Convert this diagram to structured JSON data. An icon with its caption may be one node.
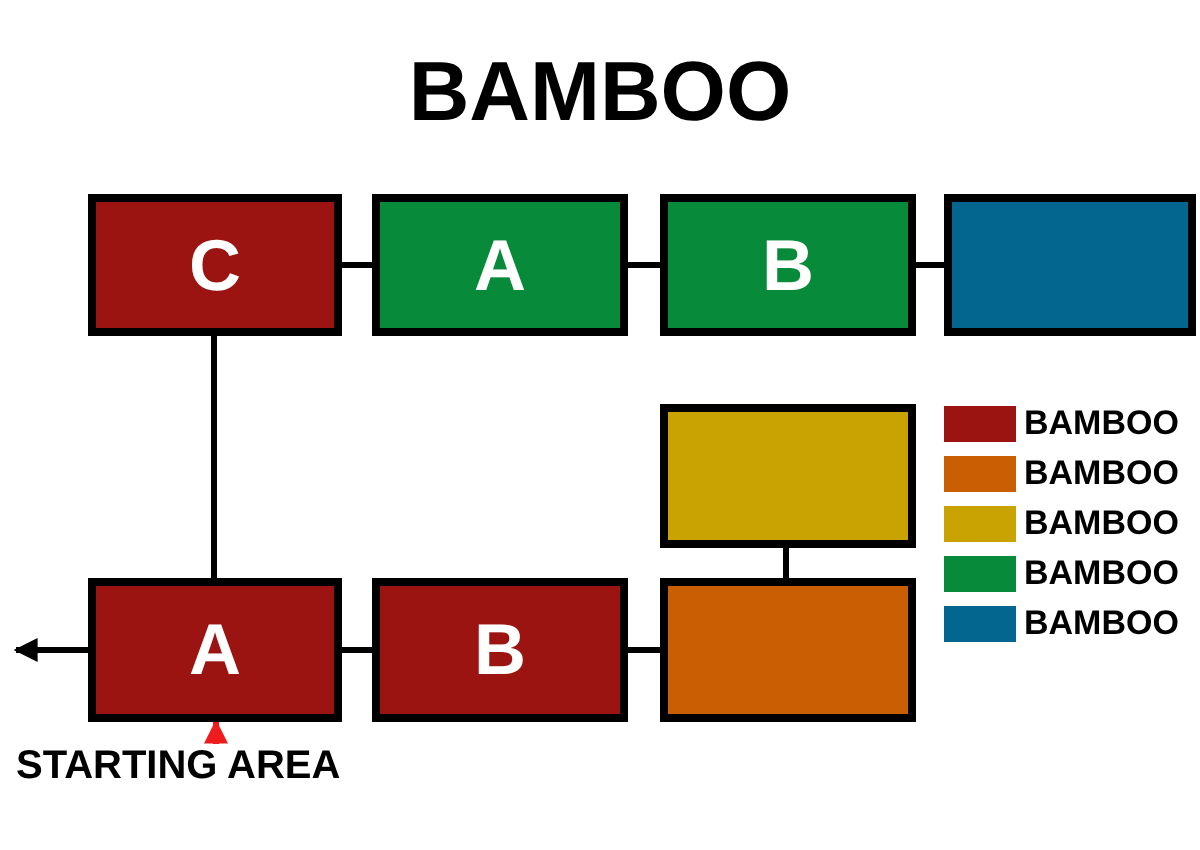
{
  "diagram": {
    "title": "BAMBOO",
    "nodes": [
      {
        "text": [
          "C"
        ]
      },
      {
        "text": [
          "A"
        ]
      },
      {
        "text": [
          "B"
        ]
      },
      {
        "text": [],
        "shape": "box"
      },
      {
        "text": [],
        "shape": "box"
      },
      {
        "text": [
          "A"
        ]
      },
      {
        "text": [
          "B"
        ]
      },
      {
        "text": [],
        "shape": "box"
      },
      {
        "text": [
          "STARTING AREA"
        ]
      }
    ],
    "edges": [
      {
        "from": 0,
        "to": 1,
        "arrow": "none"
      },
      {
        "from": 1,
        "to": 2,
        "arrow": "none"
      },
      {
        "from": 2,
        "to": 3,
        "arrow": "none"
      },
      {
        "from": 0,
        "to": 5,
        "arrow": "none"
      },
      {
        "from": 5,
        "to": null,
        "arrow": "to"
      },
      {
        "from": 5,
        "to": 6,
        "arrow": "none"
      },
      {
        "from": 6,
        "to": 7,
        "arrow": "none"
      },
      {
        "from": 4,
        "to": 7,
        "arrow": "none"
      },
      {
        "from": 8,
        "to": 5,
        "arrow": "to",
        "color": "#ee1c1c"
      }
    ],
    "legend": [
      {
        "text": "BAMBOO",
        "color": "#9b1411"
      },
      {
        "text": "BAMBOO",
        "color": "#c95f02"
      },
      {
        "text": "BAMBOO",
        "color": "#c9a302"
      },
      {
        "text": "BAMBOO",
        "color": "#078a3a"
      },
      {
        "text": "BAMBOO",
        "color": "#02668f"
      }
    ]
  }
}
